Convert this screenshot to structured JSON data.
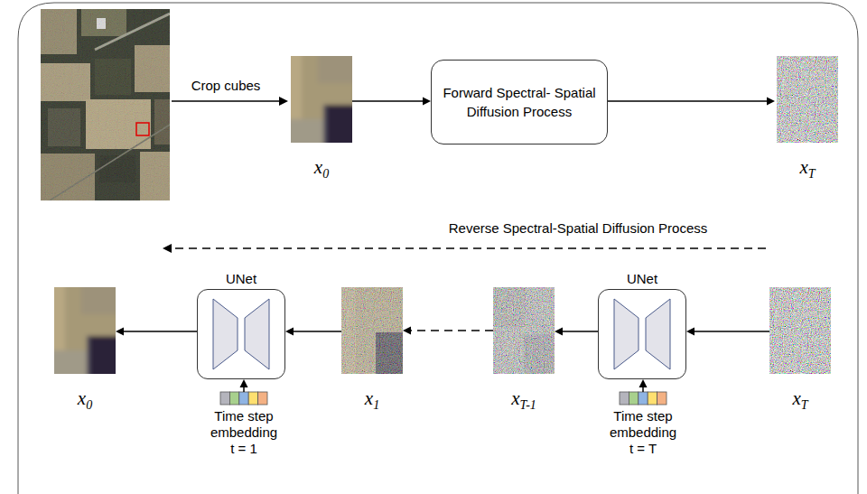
{
  "diagram": {
    "nodes": [
      {
        "text": [
          "x0"
        ]
      },
      {
        "text": [
          "Forward Spectral- Spatial Diffusion Process"
        ]
      },
      {
        "text": [
          "xT"
        ]
      },
      {
        "text": [
          "x0"
        ]
      },
      {
        "text": [
          "UNet"
        ]
      },
      {
        "text": [
          "x1"
        ]
      },
      {
        "text": [
          "xT-1"
        ]
      },
      {
        "text": [
          "UNet"
        ]
      },
      {
        "text": [
          "xT"
        ]
      },
      {
        "text": [
          "Time step embedding t = 1"
        ]
      },
      {
        "text": [
          "Time step embedding t = T"
        ]
      }
    ],
    "edges": [
      {
        "from": 0,
        "to": 1,
        "arrow": "to"
      },
      {
        "from": 1,
        "to": 2,
        "arrow": "to"
      },
      {
        "from": 8,
        "to": 7,
        "arrow": "to"
      },
      {
        "from": 7,
        "to": 6,
        "arrow": "to"
      },
      {
        "from": 6,
        "to": 5,
        "arrow": "to"
      },
      {
        "from": 5,
        "to": 4,
        "arrow": "to"
      },
      {
        "from": 4,
        "to": 3,
        "arrow": "to"
      },
      {
        "from": 9,
        "to": 4,
        "arrow": "to"
      },
      {
        "from": 10,
        "to": 7,
        "arrow": "to"
      }
    ],
    "labels": [
      "Crop cubes",
      "Reverse Spectral-Spatial Diffusion Process"
    ]
  }
}
